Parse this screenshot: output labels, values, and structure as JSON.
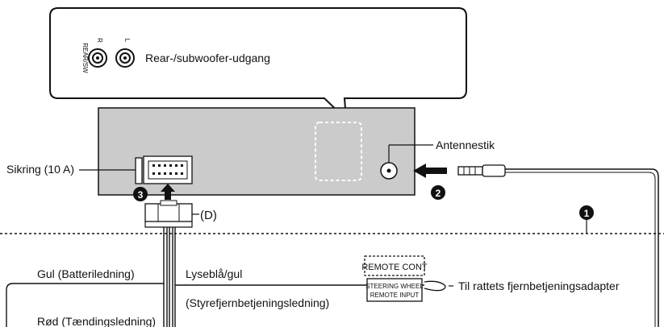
{
  "callout": {
    "label_rear_sw": "REAR/SW",
    "jack_r": "R",
    "jack_l": "L",
    "text": "Rear-/subwoofer-udgang"
  },
  "labels": {
    "antenna": "Antennestik",
    "fuse": "Sikring (10 A)",
    "connector_d": "(D)",
    "yellow": "Gul (Batteriledning)",
    "red": "Rød (Tændingsledning)",
    "lightblue": "Lyseblå/gul",
    "steering_lead": "(Styrefjernbetjeningsledning)",
    "steering_adapter": "Til rattets fjernbetjeningsadapter"
  },
  "adapter": {
    "line1": "REMOTE CONT",
    "line2": "STEERING WHEEL",
    "line3": "REMOTE INPUT"
  },
  "markers": {
    "m1": "1",
    "m2": "2",
    "m3": "3"
  },
  "colors": {
    "unit_fill": "#cbcbcb",
    "line": "#111111"
  }
}
